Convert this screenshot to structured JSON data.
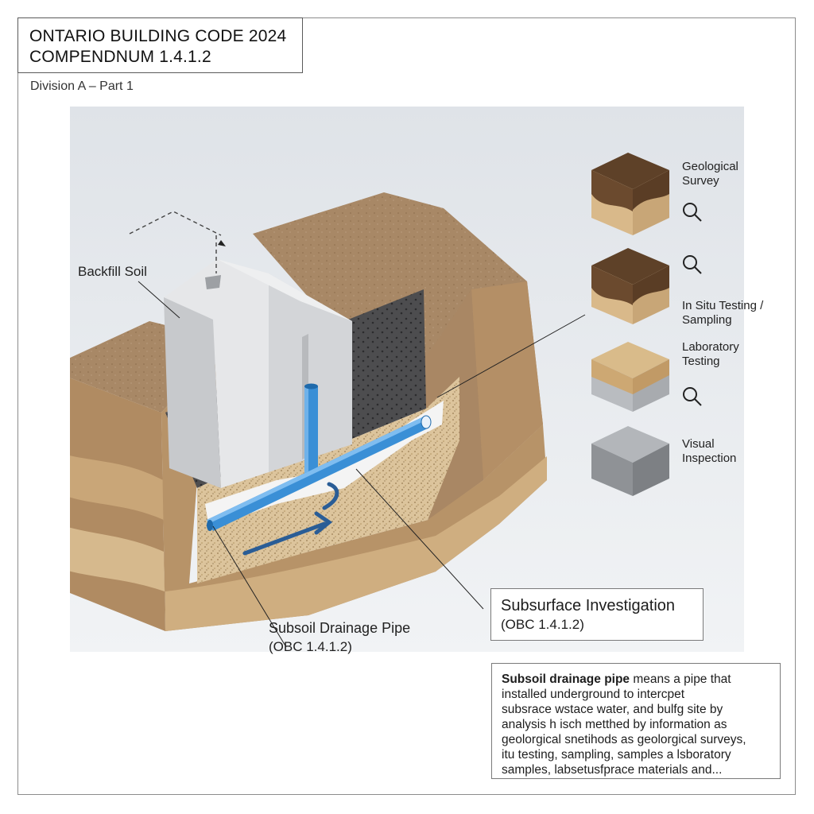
{
  "header": {
    "title_line1": "ONTARIO BUILDING CODE 2024",
    "title_line2": "COMPENDNUM 1.4.1.2",
    "subtitle": "Division A – Part 1"
  },
  "labels": {
    "backfill_soil": "Backfill Soil",
    "pipe_title": "Subsoil Drainage Pipe",
    "pipe_ref": "(OBC 1.4.1.2)"
  },
  "samples": [
    {
      "label_line1": "Geological",
      "label_line2": "Survey",
      "top_color": "#6b4a2e",
      "bottom_color": "#d9b98a"
    },
    {
      "label_line1": "In Situ Testing /",
      "label_line2": "Sampling",
      "top_color": "#6b4a2e",
      "bottom_color": "#d9b98a"
    },
    {
      "label_line1": "Laboratory",
      "label_line2": "Testing",
      "top_color": "#cda873",
      "bottom_color": "#b9bcc0"
    },
    {
      "label_line1": "Visual",
      "label_line2": "Inspection",
      "top_color": "#9a9da1",
      "bottom_color": "#9a9da1"
    }
  ],
  "investigation": {
    "title": "Subsurface Investigation",
    "ref": "(OBC 1.4.1.2)"
  },
  "definition": {
    "term": "Subsoil drainage pipe",
    "line1_rest": " means a pipe that",
    "line2": "installed underground to intercpet",
    "line3": "subsrace wstace water, and bulfg site by",
    "line4": "analysis h isch metthed by information as",
    "line5": "geolorgical snetihods as geolorgical surveys,",
    "line6": "itu testing, sampling, samples  a lsboratory",
    "line7": "samples, labsetusfprace materials and..."
  },
  "colors": {
    "pipe": "#3a8fd6",
    "soil_dark": "#8a6a4a",
    "soil_light": "#c8a77d",
    "gravel": "#4a4a4a",
    "concrete": "#d4d6d8"
  }
}
